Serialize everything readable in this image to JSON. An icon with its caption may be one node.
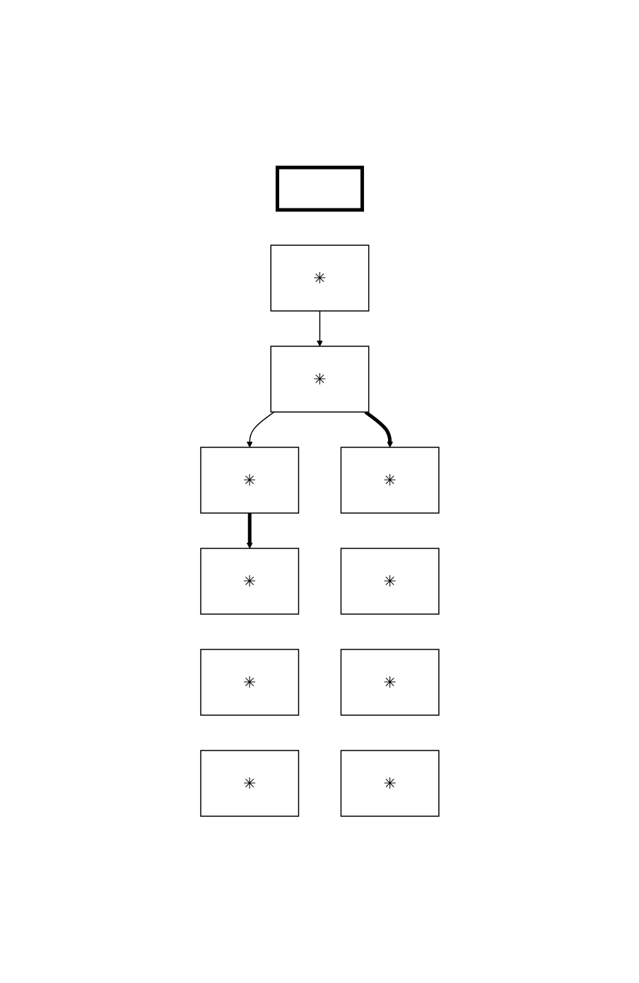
{
  "diagram": {
    "nodes": [
      {
        "text": [],
        "shape": "box"
      },
      {
        "text": [
          "✳"
        ]
      },
      {
        "text": [
          "✳"
        ]
      },
      {
        "text": [
          "✳"
        ]
      },
      {
        "text": [
          "✳"
        ]
      },
      {
        "text": [
          "✳"
        ]
      },
      {
        "text": [
          "✳"
        ]
      },
      {
        "text": [
          "✳"
        ]
      },
      {
        "text": [
          "✳"
        ]
      },
      {
        "text": [
          "✳"
        ]
      },
      {
        "text": [
          "✳"
        ]
      }
    ],
    "edges": [
      {
        "from": 1,
        "to": 2,
        "arrow": "to"
      },
      {
        "from": 2,
        "to": 4,
        "arrow": "to"
      },
      {
        "from": 2,
        "to": 3,
        "arrow": "to",
        "style": "thick"
      },
      {
        "from": 4,
        "to": 6,
        "arrow": "to",
        "style": "thick"
      }
    ]
  }
}
